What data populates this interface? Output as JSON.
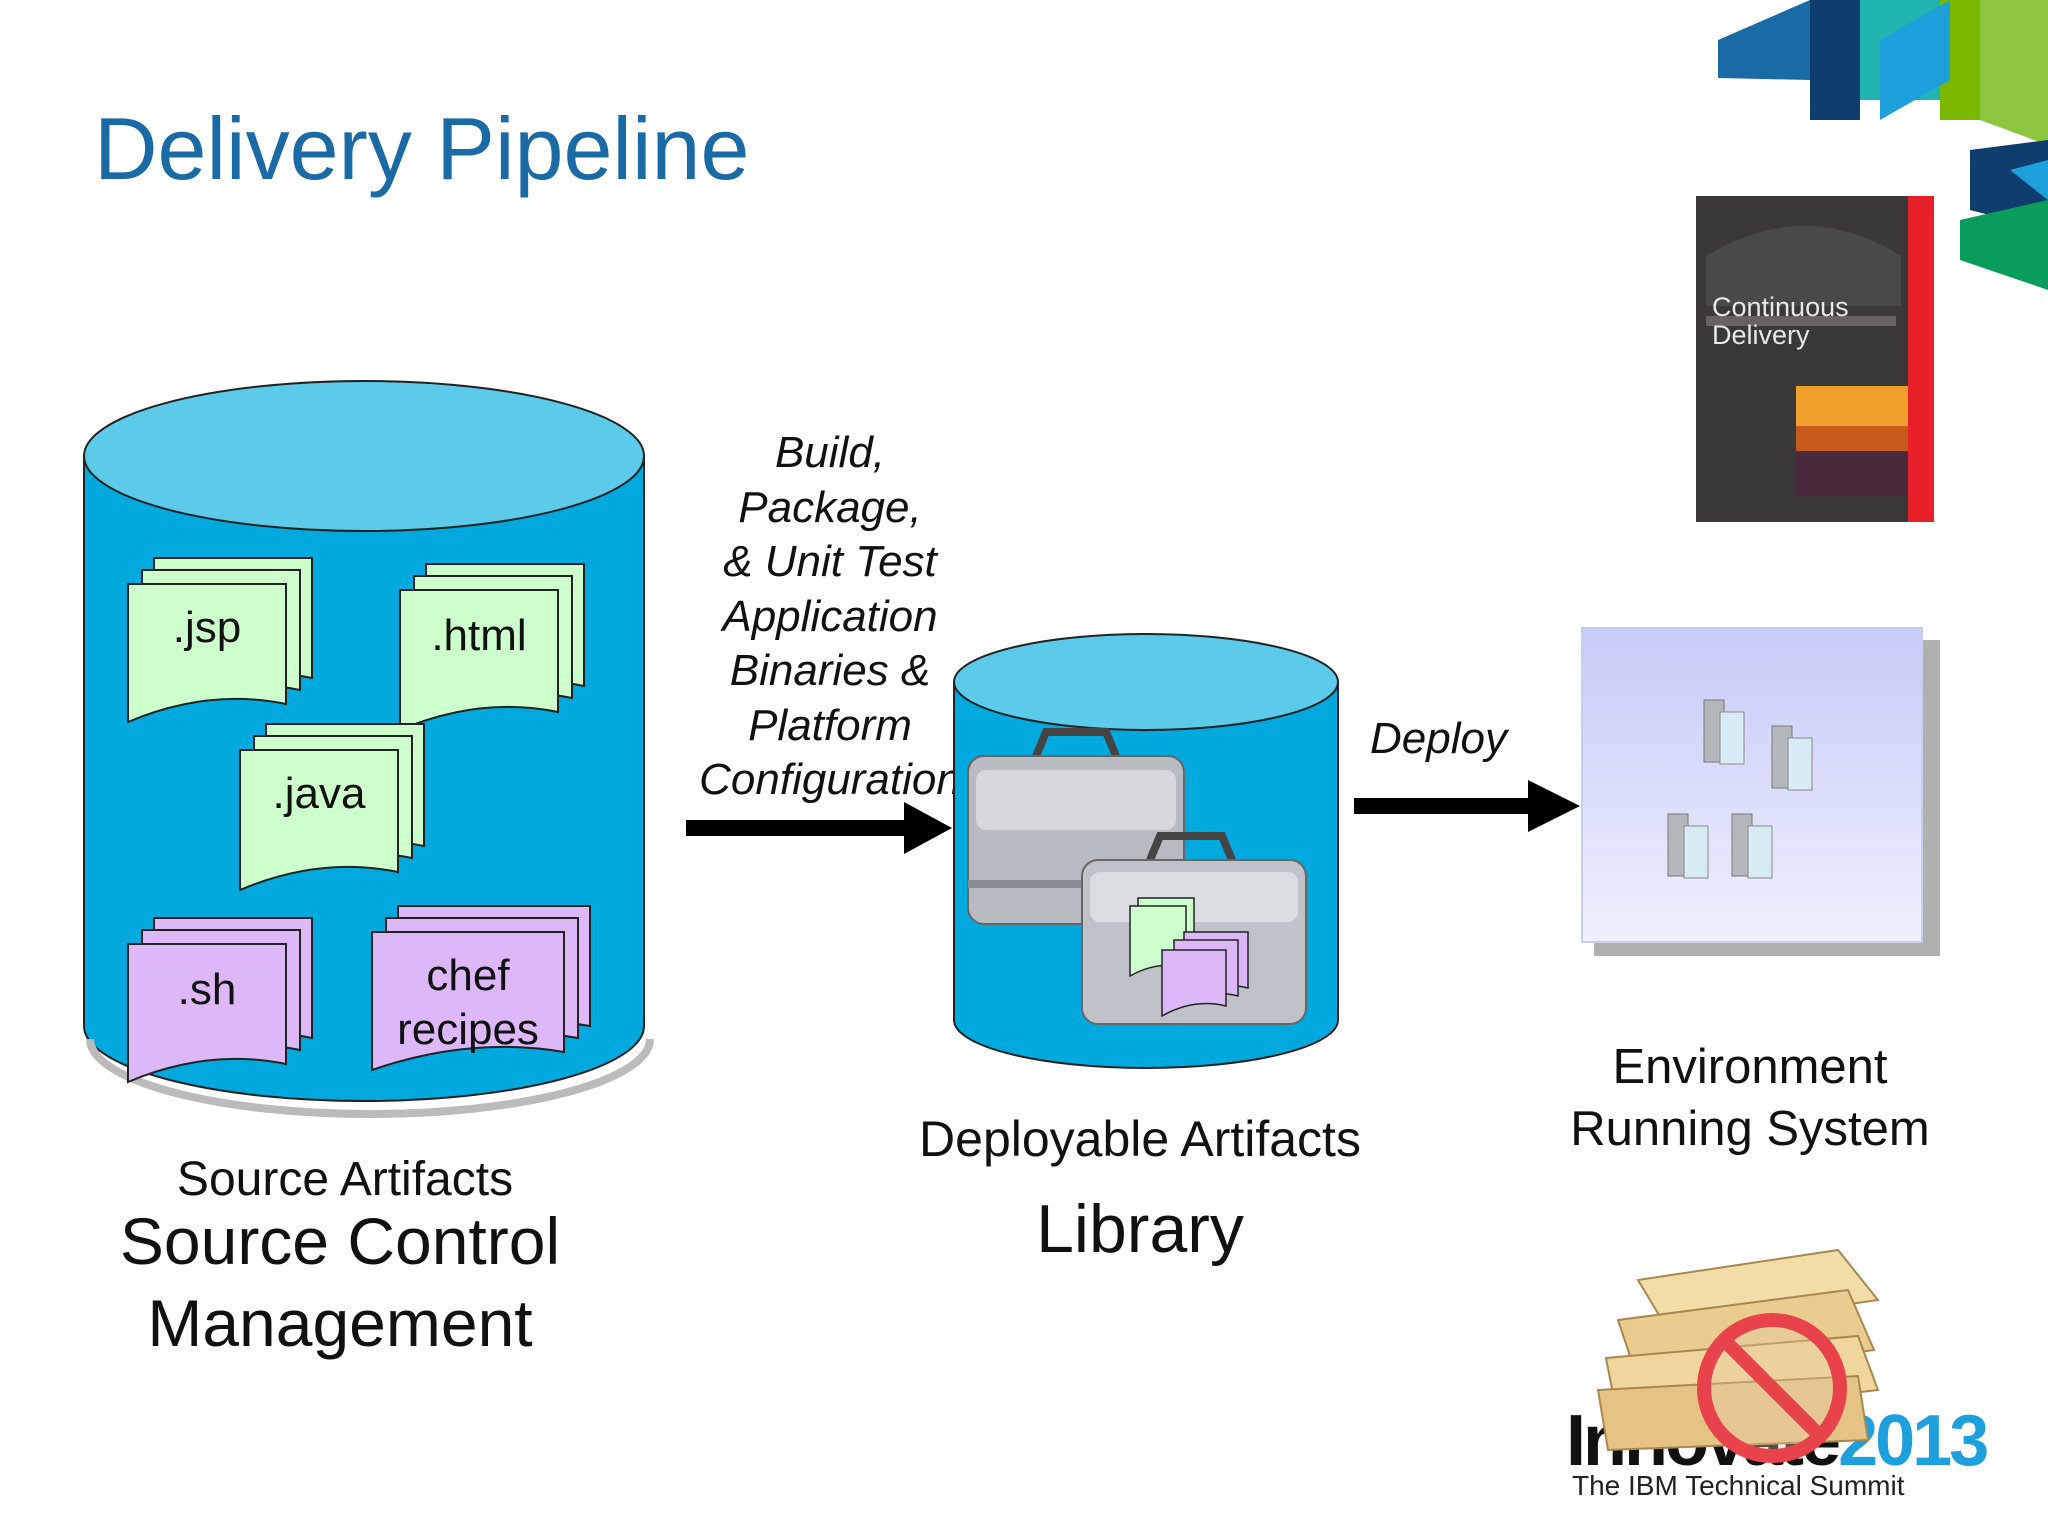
{
  "slide": {
    "title": "Delivery Pipeline"
  },
  "source_repo": {
    "files": [
      ".jsp",
      ".html",
      ".java",
      ".sh",
      "chef",
      "recipes"
    ],
    "label_small": "Source Artifacts",
    "label_large_line1": "Source Control",
    "label_large_line2": "Management"
  },
  "build_step": {
    "lines": [
      "Build,",
      "Package,",
      "& Unit Test",
      "Application",
      "Binaries &",
      "Platform",
      "Configuration"
    ]
  },
  "library": {
    "label_small": "Deployable Artifacts",
    "label_large": "Library"
  },
  "deploy_step": {
    "label": "Deploy"
  },
  "environment": {
    "line1": "Environment",
    "line2": "Running System"
  },
  "book": {
    "title_line1": "Continuous",
    "title_line2": "Delivery"
  },
  "event": {
    "name_part": "Innovate",
    "year": "2013",
    "tagline": "The IBM Technical Summit"
  },
  "colors": {
    "title": "#1a6aa5",
    "cylinder_body": "#00a9dd",
    "cylinder_top": "#5ccbe9",
    "green_doc": "#ccffcc",
    "purple_doc": "#dcb8f8",
    "env_panel": "#c8cdf8",
    "logo_blue": "#1ea0dc",
    "logo_green": "#7ab800"
  }
}
